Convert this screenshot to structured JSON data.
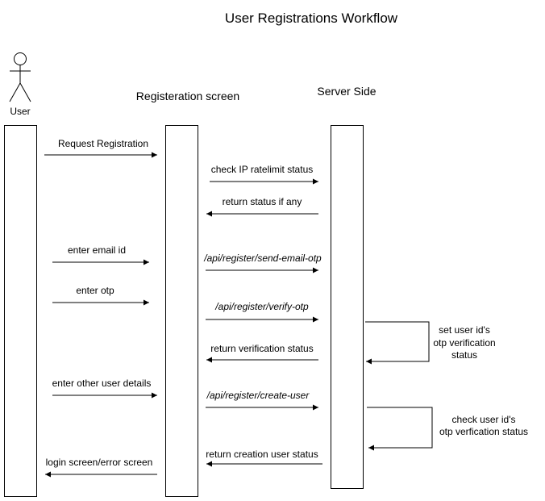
{
  "diagram": {
    "title": "User Registrations Workflow",
    "actor_label": "User",
    "lanes": {
      "screen": "Registeration screen",
      "server": "Server Side"
    },
    "messages": [
      {
        "id": "m1",
        "label": "Request Registration",
        "italic": false
      },
      {
        "id": "m2",
        "label": "check IP ratelimit status",
        "italic": false
      },
      {
        "id": "m3",
        "label": "return status if any",
        "italic": false
      },
      {
        "id": "m4",
        "label": "enter email id",
        "italic": false
      },
      {
        "id": "m5",
        "label": "/api/register/send-email-otp",
        "italic": true
      },
      {
        "id": "m6",
        "label": "enter otp",
        "italic": false
      },
      {
        "id": "m7",
        "label": "/api/register/verify-otp",
        "italic": true
      },
      {
        "id": "m8",
        "label": "return verification status",
        "italic": false
      },
      {
        "id": "m9",
        "label": "enter other user details",
        "italic": false
      },
      {
        "id": "m10",
        "label": "/api/register/create-user",
        "italic": true
      },
      {
        "id": "m11",
        "label": "return creation user status",
        "italic": false
      },
      {
        "id": "m12",
        "label": "login screen/error screen",
        "italic": false
      }
    ],
    "self_calls": [
      {
        "id": "s1",
        "lines": [
          "set user id's",
          "otp verification",
          "status"
        ]
      },
      {
        "id": "s2",
        "lines": [
          "check user id's",
          "otp verfication status"
        ]
      }
    ]
  }
}
